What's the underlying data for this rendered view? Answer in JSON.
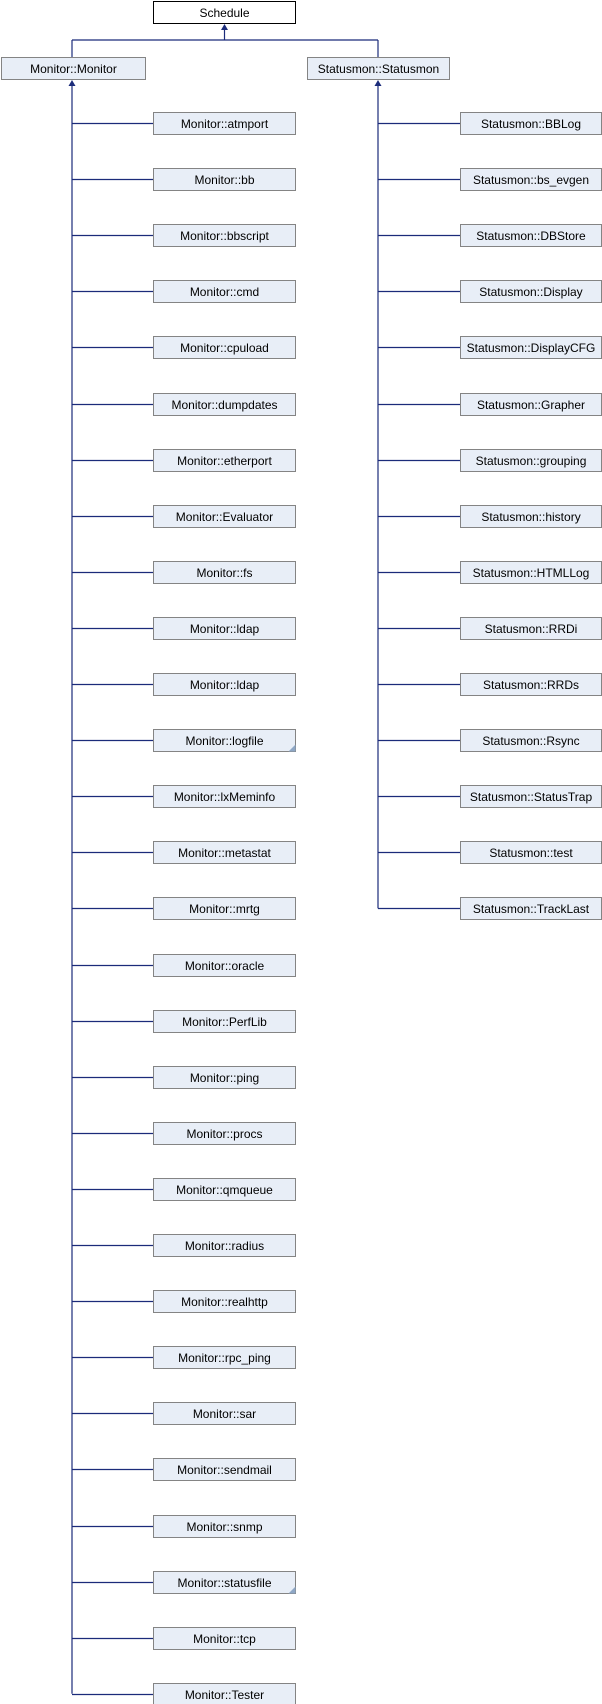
{
  "root": {
    "label": "Schedule"
  },
  "left_parent": {
    "label": "Monitor::Monitor"
  },
  "right_parent": {
    "label": "Statusmon::Statusmon"
  },
  "left_children": [
    {
      "label": "Monitor::atmport"
    },
    {
      "label": "Monitor::bb"
    },
    {
      "label": "Monitor::bbscript"
    },
    {
      "label": "Monitor::cmd"
    },
    {
      "label": "Monitor::cpuload"
    },
    {
      "label": "Monitor::dumpdates"
    },
    {
      "label": "Monitor::etherport"
    },
    {
      "label": "Monitor::Evaluator"
    },
    {
      "label": "Monitor::fs"
    },
    {
      "label": "Monitor::ldap"
    },
    {
      "label": "Monitor::ldap"
    },
    {
      "label": "Monitor::logfile",
      "has_children": true
    },
    {
      "label": "Monitor::lxMeminfo"
    },
    {
      "label": "Monitor::metastat"
    },
    {
      "label": "Monitor::mrtg"
    },
    {
      "label": "Monitor::oracle"
    },
    {
      "label": "Monitor::PerfLib"
    },
    {
      "label": "Monitor::ping"
    },
    {
      "label": "Monitor::procs"
    },
    {
      "label": "Monitor::qmqueue"
    },
    {
      "label": "Monitor::radius"
    },
    {
      "label": "Monitor::realhttp"
    },
    {
      "label": "Monitor::rpc_ping"
    },
    {
      "label": "Monitor::sar"
    },
    {
      "label": "Monitor::sendmail"
    },
    {
      "label": "Monitor::snmp"
    },
    {
      "label": "Monitor::statusfile",
      "has_children": true
    },
    {
      "label": "Monitor::tcp"
    },
    {
      "label": "Monitor::Tester"
    }
  ],
  "right_children": [
    {
      "label": "Statusmon::BBLog"
    },
    {
      "label": "Statusmon::bs_evgen"
    },
    {
      "label": "Statusmon::DBStore"
    },
    {
      "label": "Statusmon::Display"
    },
    {
      "label": "Statusmon::DisplayCFG"
    },
    {
      "label": "Statusmon::Grapher"
    },
    {
      "label": "Statusmon::grouping"
    },
    {
      "label": "Statusmon::history"
    },
    {
      "label": "Statusmon::HTMLLog"
    },
    {
      "label": "Statusmon::RRDi"
    },
    {
      "label": "Statusmon::RRDs"
    },
    {
      "label": "Statusmon::Rsync"
    },
    {
      "label": "Statusmon::StatusTrap"
    },
    {
      "label": "Statusmon::test"
    },
    {
      "label": "Statusmon::TrackLast"
    }
  ],
  "colors": {
    "node_fill": "#e8eef7",
    "node_border": "#848484",
    "root_border": "#000000",
    "edge": "#1b2b7a"
  }
}
